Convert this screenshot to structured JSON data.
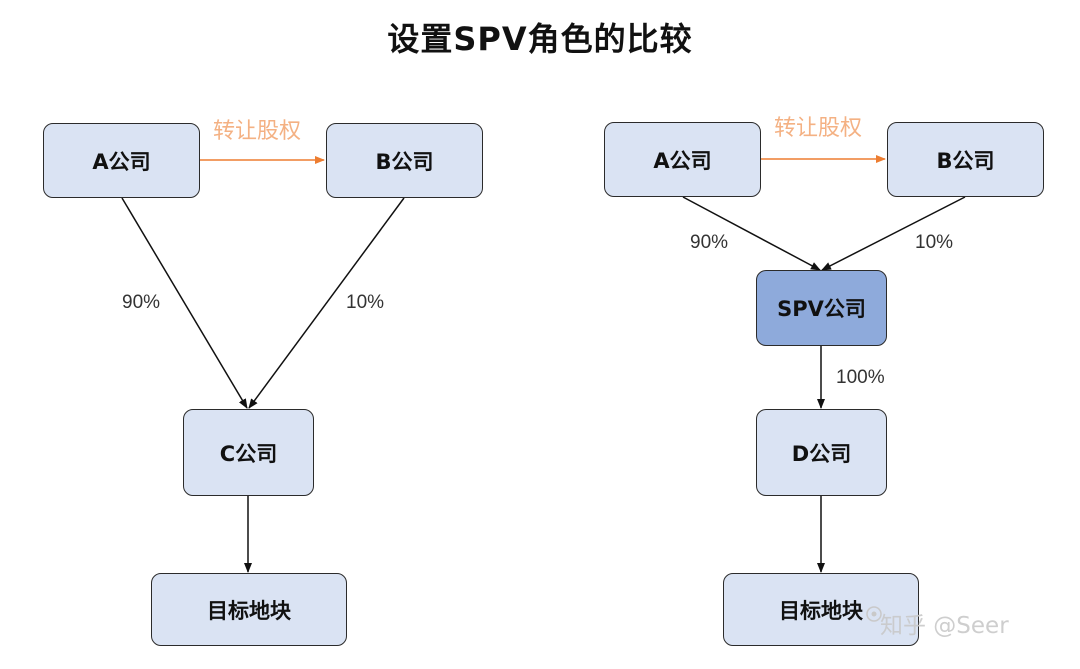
{
  "title": "设置SPV角色的比较",
  "colors": {
    "box_fill": "#dae3f3",
    "spv_fill": "#8eaadb",
    "transfer_arrow": "#ed7d31",
    "transfer_text": "#f4b183"
  },
  "left": {
    "a": "A公司",
    "b": "B公司",
    "c": "C公司",
    "target": "目标地块",
    "transfer_label": "转让股权",
    "a_share": "90%",
    "b_share": "10%"
  },
  "right": {
    "a": "A公司",
    "b": "B公司",
    "spv": "SPV公司",
    "d": "D公司",
    "target": "目标地块",
    "transfer_label": "转让股权",
    "a_share": "90%",
    "b_share": "10%",
    "spv_share": "100%"
  },
  "watermark": "知乎 @Seer"
}
